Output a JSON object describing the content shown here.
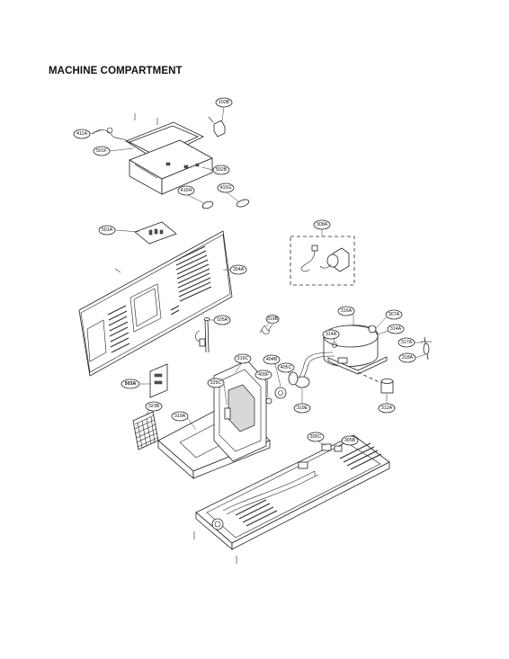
{
  "title": "MACHINE COMPARTMENT",
  "labels": {
    "l103B": "103B",
    "l411A": "411A",
    "l501F": "501F",
    "l502B": "502B",
    "l410H": "410H",
    "l410G": "410G",
    "l501A": "501A",
    "l308A": "308A",
    "l304A": "304A",
    "l105A": "105A",
    "l319B": "319B",
    "l316A": "316A",
    "l307A": "307A",
    "l314A_left": "314A",
    "l314A_right": "314A",
    "l317A": "317A",
    "l318A": "318A",
    "l319C": "319C",
    "l404B": "404B",
    "l405C": "405C",
    "l405F": "405F",
    "l329C": "329C",
    "l503A": "503A",
    "l323B": "323B",
    "l319E": "319E",
    "l312A": "312A",
    "l319A": "319A",
    "l305C": "305C",
    "l305B": "305B"
  }
}
